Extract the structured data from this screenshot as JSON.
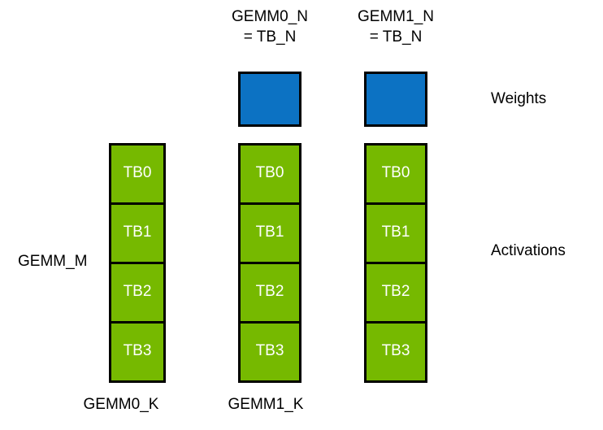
{
  "figure": {
    "background_color": "#ffffff",
    "weight_color": "#0c72c3",
    "activation_color": "#76b900",
    "outline_color": "#000000",
    "cell_text_color": "#ffffff"
  },
  "column_headers": [
    {
      "line1": "GEMM0_N",
      "line2": "= TB_N"
    },
    {
      "line1": "GEMM1_N",
      "line2": "= TB_N"
    }
  ],
  "weights": [
    {
      "name": "gemm0-weight-tile"
    },
    {
      "name": "gemm1-weight-tile"
    }
  ],
  "stacks": [
    {
      "id": "gemm-m-stack",
      "cells": [
        "TB0",
        "TB1",
        "TB2",
        "TB3"
      ]
    },
    {
      "id": "gemm0-activation-stack",
      "cells": [
        "TB0",
        "TB1",
        "TB2",
        "TB3"
      ]
    },
    {
      "id": "gemm1-activation-stack",
      "cells": [
        "TB0",
        "TB1",
        "TB2",
        "TB3"
      ]
    }
  ],
  "side_labels": {
    "weights": "Weights",
    "activations": "Activations",
    "gemm_m": "GEMM_M"
  },
  "bottom_labels": [
    "GEMM0_K",
    "GEMM1_K"
  ]
}
